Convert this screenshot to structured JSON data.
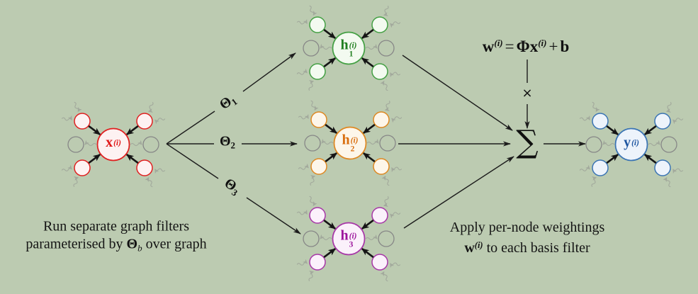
{
  "figure": {
    "background": "#bccbb1",
    "line_color": "#1c1c1c",
    "gray_node_color": "#878787",
    "squiggle_color": "#a2a99c"
  },
  "clusters": [
    {
      "id": "input-x",
      "letter": "x",
      "sub": "",
      "sup": "(i)",
      "stroke": "#e02020",
      "fill": "#fdf2f2",
      "text": "#e01818"
    },
    {
      "id": "basis-h1",
      "letter": "h",
      "sub": "1",
      "sup": "(i)",
      "stroke": "#44a044",
      "fill": "#f3faf0",
      "text": "#1f7e1f"
    },
    {
      "id": "basis-h2",
      "letter": "h",
      "sub": "2",
      "sup": "(i)",
      "stroke": "#de8822",
      "fill": "#fdf6ea",
      "text": "#d96f10"
    },
    {
      "id": "basis-h3",
      "letter": "h",
      "sub": "3",
      "sup": "(i)",
      "stroke": "#a737a7",
      "fill": "#fbf1fb",
      "text": "#9c169c"
    },
    {
      "id": "output-y",
      "letter": "y",
      "sub": "",
      "sup": "(i)",
      "stroke": "#3a74b4",
      "fill": "#edf3fb",
      "text": "#1d55a0"
    }
  ],
  "theta_labels": [
    {
      "sym": "Θ",
      "sub": "1"
    },
    {
      "sym": "Θ",
      "sub": "2"
    },
    {
      "sym": "Θ",
      "sub": "3"
    }
  ],
  "operators": {
    "sum": "∑",
    "times": "×"
  },
  "formula": {
    "lhs": "w",
    "lhs_sup": "(i)",
    "eq": "=",
    "coef": "Φx",
    "coef_sup": "(i)",
    "plus": "+",
    "bias": "b"
  },
  "caption_left": {
    "line1": "Run separate graph filters",
    "line2_pre": "parameterised by ",
    "sym": "Θ",
    "sym_sub": "b",
    "line2_post": " over graph"
  },
  "caption_right": {
    "line1": "Apply per-node weightings",
    "sym": "w",
    "sym_sup": "(i)",
    "line2_post": " to each basis filter"
  }
}
